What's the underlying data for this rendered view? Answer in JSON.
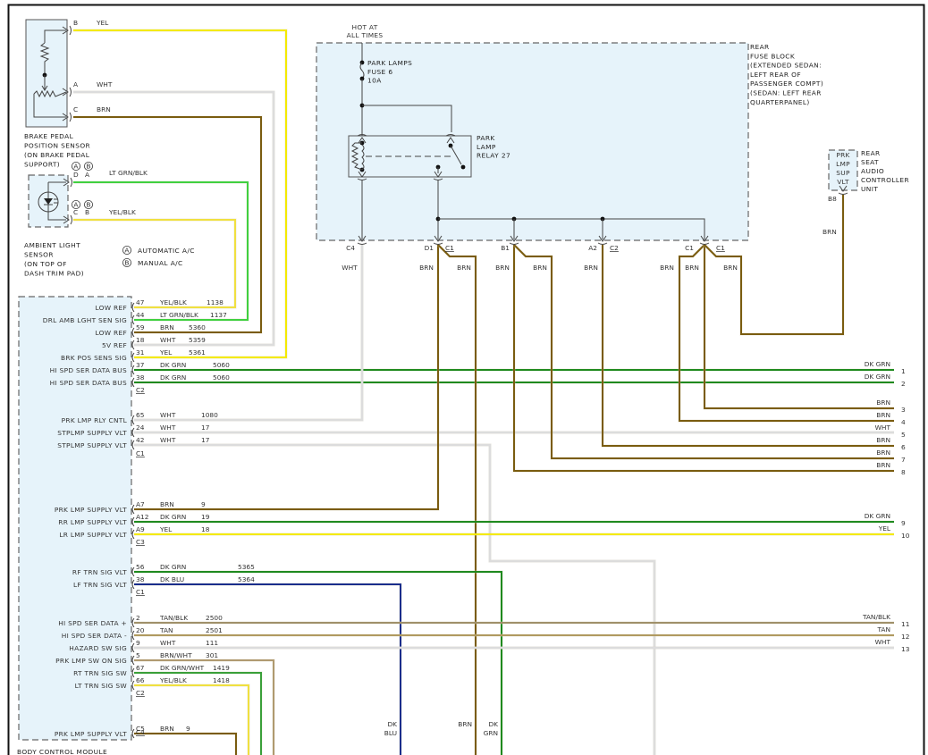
{
  "colors": {
    "YEL": "#f4ea00",
    "WHT": "#dcdcdc",
    "BRN": "#7a5c10",
    "LT GRN/BLK": "#40d040",
    "YEL/BLK": "#f0e040",
    "DK GRN": "#1f8a1f",
    "DK BLU": "#1a2e8c",
    "TAN/BLK": "#a0906a",
    "TAN": "#b09a60",
    "BRN/WHT": "#b09a70",
    "DK GRN/WHT": "#3aa03a",
    "component_fill": "#e6f3fa",
    "component_border": "#666666",
    "border": "#111111"
  },
  "brake_pedal_sensor": {
    "title_lines": [
      "BRAKE PEDAL",
      "POSITION SENSOR",
      "(ON BRAKE PEDAL",
      "SUPPORT)"
    ],
    "pins": [
      {
        "pin": "B",
        "wire": "YEL"
      },
      {
        "pin": "A",
        "wire": "WHT"
      },
      {
        "pin": "C",
        "wire": "BRN"
      }
    ]
  },
  "ambient_light_sensor": {
    "title_lines": [
      "AMBIENT LIGHT",
      "SENSOR",
      "(ON TOP OF",
      "DASH TRIM PAD)"
    ],
    "pins": [
      {
        "pin_a": "D",
        "pin_b": "A",
        "wire": "LT GRN/BLK"
      },
      {
        "pin_a": "C",
        "pin_b": "B",
        "wire": "YEL/BLK"
      }
    ],
    "option_markers": [
      "A",
      "B"
    ]
  },
  "legend": [
    {
      "marker": "A",
      "text": "AUTOMATIC A/C"
    },
    {
      "marker": "B",
      "text": "MANUAL A/C"
    }
  ],
  "fuse_block": {
    "hot_label": [
      "HOT AT",
      "ALL TIMES"
    ],
    "fuse_lines": [
      "PARK LAMPS",
      "FUSE 6",
      "10A"
    ],
    "relay_lines": [
      "PARK",
      "LAMP",
      "RELAY 27"
    ],
    "title_lines": [
      "REAR",
      "FUSE BLOCK",
      "(EXTENDED SEDAN:",
      "LEFT REAR OF",
      "PASSENGER COMPT)",
      "(SEDAN: LEFT REAR",
      "QUARTERPANEL)"
    ],
    "terminals": [
      {
        "pin": "C4",
        "connector": "",
        "wires": [
          "WHT"
        ]
      },
      {
        "pin": "D1",
        "connector": "C1",
        "wires": [
          "BRN",
          "BRN"
        ]
      },
      {
        "pin": "B1",
        "connector": "",
        "wires": [
          "BRN",
          "BRN"
        ]
      },
      {
        "pin": "A2",
        "connector": "C2",
        "wires": [
          "BRN"
        ]
      },
      {
        "pin": "C1",
        "connector": "C1",
        "wires": [
          "BRN",
          "BRN",
          "BRN"
        ]
      }
    ]
  },
  "audio_controller": {
    "inner_lines": [
      "PRK",
      "LMP",
      "SUP",
      "VLT"
    ],
    "title_lines": [
      "REAR",
      "SEAT",
      "AUDIO",
      "CONTROLLER",
      "UNIT"
    ],
    "pin": "B8",
    "wire": "BRN"
  },
  "bcm": {
    "title": "BODY CONTROL MODULE",
    "groups": [
      {
        "connector": "C2",
        "rows": [
          {
            "label": "LOW REF",
            "pin": "47",
            "wire": "YEL/BLK",
            "circuit": "1138"
          },
          {
            "label": "DRL AMB LGHT SEN SIG",
            "pin": "44",
            "wire": "LT GRN/BLK",
            "circuit": "1137"
          },
          {
            "label": "LOW REF",
            "pin": "59",
            "wire": "BRN",
            "circuit": "5360"
          },
          {
            "label": "5V REF",
            "pin": "18",
            "wire": "WHT",
            "circuit": "5359"
          },
          {
            "label": "BRK POS SENS SIG",
            "pin": "31",
            "wire": "YEL",
            "circuit": "5361"
          },
          {
            "label": "HI SPD SER DATA BUS",
            "pin": "37",
            "wire": "DK GRN",
            "circuit": "5060"
          },
          {
            "label": "HI SPD SER DATA BUS",
            "pin": "38",
            "wire": "DK GRN",
            "circuit": "5060"
          }
        ]
      },
      {
        "connector": "C1",
        "rows": [
          {
            "label": "PRK LMP RLY CNTL",
            "pin": "65",
            "wire": "WHT",
            "circuit": "1080"
          },
          {
            "label": "STPLMP SUPPLY VLT",
            "pin": "24",
            "wire": "WHT",
            "circuit": "17"
          },
          {
            "label": "STPLMP SUPPLY VLT",
            "pin": "42",
            "wire": "WHT",
            "circuit": "17"
          }
        ]
      },
      {
        "connector": "C3",
        "rows": [
          {
            "label": "PRK LMP SUPPLY VLT",
            "pin": "A7",
            "wire": "BRN",
            "circuit": "9"
          },
          {
            "label": "RR LMP SUPPLY VLT",
            "pin": "A12",
            "wire": "DK GRN",
            "circuit": "19"
          },
          {
            "label": "LR LMP SUPPLY VLT",
            "pin": "A9",
            "wire": "YEL",
            "circuit": "18"
          }
        ]
      },
      {
        "connector": "C1",
        "rows": [
          {
            "label": "RF TRN SIG VLT",
            "pin": "56",
            "wire": "DK GRN",
            "circuit": "5365"
          },
          {
            "label": "LF TRN SIG VLT",
            "pin": "38",
            "wire": "DK BLU",
            "circuit": "5364"
          }
        ]
      },
      {
        "connector": "C2",
        "rows": [
          {
            "label": "HI SPD SER DATA +",
            "pin": "2",
            "wire": "TAN/BLK",
            "circuit": "2500"
          },
          {
            "label": "HI SPD SER DATA -",
            "pin": "20",
            "wire": "TAN",
            "circuit": "2501"
          },
          {
            "label": "HAZARD SW SIG",
            "pin": "9",
            "wire": "WHT",
            "circuit": "111"
          },
          {
            "label": "PRK LMP SW ON SIG",
            "pin": "5",
            "wire": "BRN/WHT",
            "circuit": "301"
          },
          {
            "label": "RT TRN SIG SW",
            "pin": "67",
            "wire": "DK GRN/WHT",
            "circuit": "1419"
          },
          {
            "label": "LT TRN SIG SW",
            "pin": "66",
            "wire": "YEL/BLK",
            "circuit": "1418"
          }
        ]
      },
      {
        "connector": "C4",
        "rows": [
          {
            "label": "PRK LMP SUPPLY VLT",
            "pin": "C5",
            "wire": "BRN",
            "circuit": "9"
          }
        ]
      }
    ]
  },
  "right_exits": [
    {
      "num": "1",
      "wire": "DK GRN"
    },
    {
      "num": "2",
      "wire": "DK GRN"
    },
    {
      "num": "3",
      "wire": "BRN"
    },
    {
      "num": "4",
      "wire": "BRN"
    },
    {
      "num": "5",
      "wire": "WHT"
    },
    {
      "num": "6",
      "wire": "BRN"
    },
    {
      "num": "7",
      "wire": "BRN"
    },
    {
      "num": "8",
      "wire": "BRN"
    },
    {
      "num": "9",
      "wire": "DK GRN"
    },
    {
      "num": "10",
      "wire": "YEL"
    },
    {
      "num": "11",
      "wire": "TAN/BLK"
    },
    {
      "num": "12",
      "wire": "TAN"
    },
    {
      "num": "13",
      "wire": "WHT"
    }
  ],
  "bottom_exits": [
    {
      "label_lines": [
        "DK",
        "BLU"
      ],
      "wire": "DK BLU"
    },
    {
      "label_lines": [
        "BRN"
      ],
      "wire": "BRN"
    },
    {
      "label_lines": [
        "DK",
        "GRN"
      ],
      "wire": "DK GRN"
    }
  ]
}
